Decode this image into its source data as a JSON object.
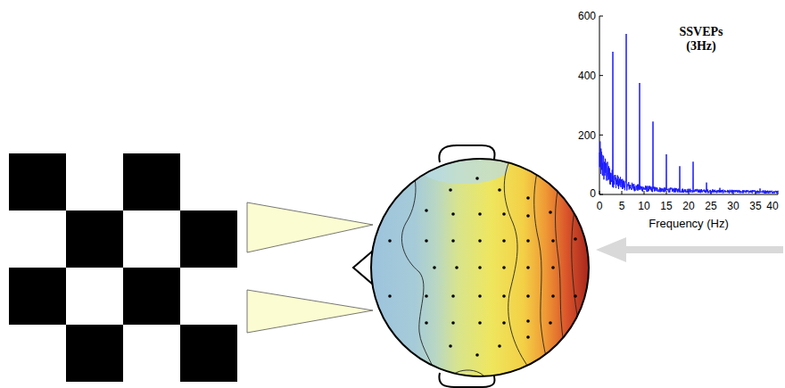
{
  "diagram": {
    "labels": [
      "600",
      "400",
      "200",
      "0",
      "0",
      "5",
      "10",
      "15",
      "20",
      "25",
      "30",
      "35",
      "40",
      "Frequency (Hz)",
      "SSVEPs (3Hz)"
    ]
  }
}
